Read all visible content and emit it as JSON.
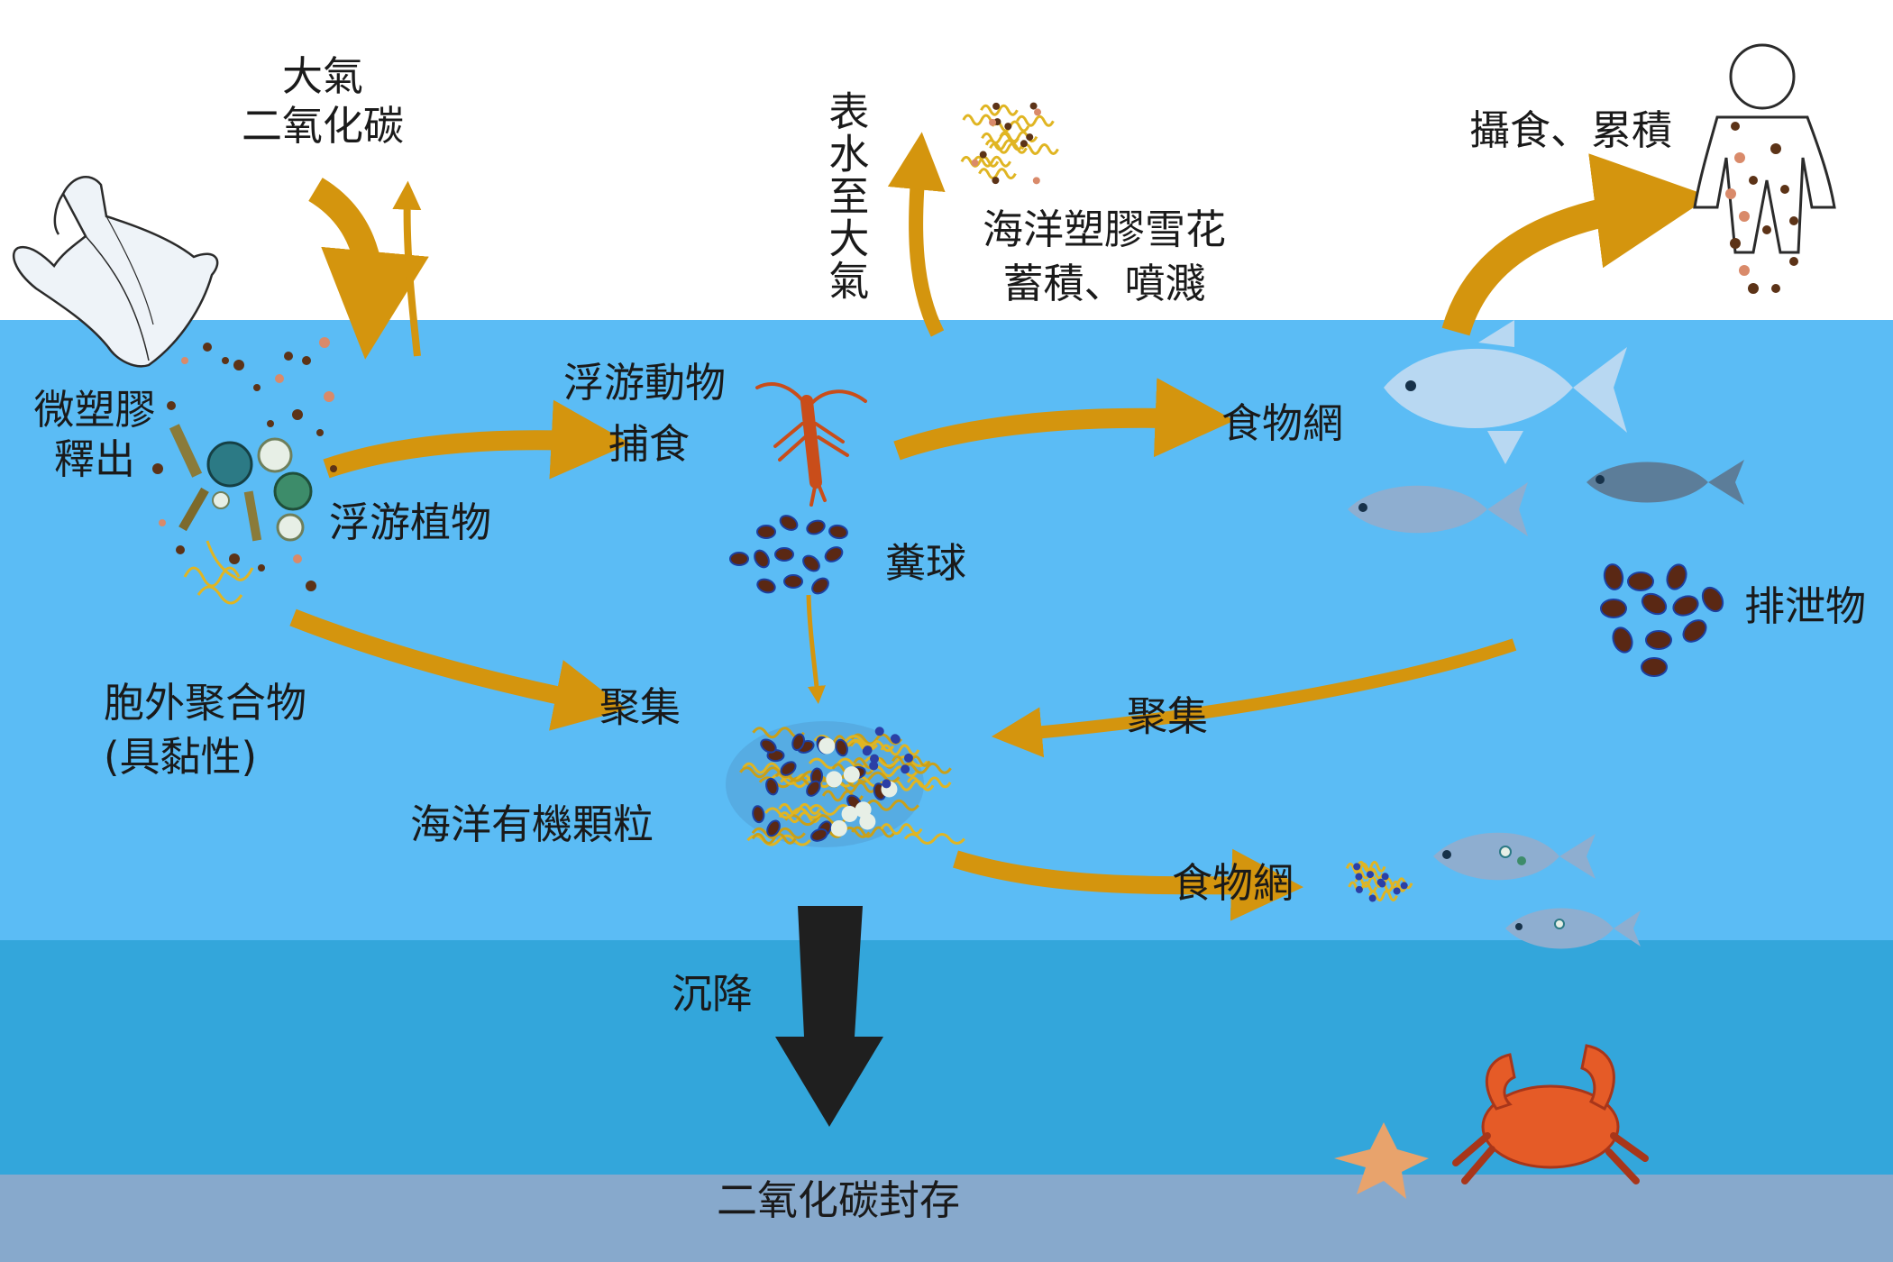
{
  "labels": {
    "atmosphere_co2": [
      "大氣",
      "二氧化碳"
    ],
    "microplastic_release": [
      "微塑膠",
      "釋出"
    ],
    "phytoplankton": "浮游植物",
    "eps": [
      "胞外聚合物",
      "(具黏性)"
    ],
    "zooplankton": "浮游動物",
    "predation": "捕食",
    "fecal_pellets": "糞球",
    "surface_to_atmosphere": "表水至大氣",
    "sea_snow": [
      "海洋塑膠雪花",
      "蓄積、噴濺"
    ],
    "food_web_upper": "食物網",
    "ingest_accumulate": "攝食、累積",
    "excretion": "排泄物",
    "aggregate_left": "聚集",
    "aggregate_right": "聚集",
    "marine_particles": "海洋有機顆粒",
    "sinking": "沉降",
    "food_web_lower": "食物網",
    "co2_storage": "二氧化碳封存"
  },
  "colors": {
    "sky": "#ffffff",
    "ocean_surface": "#5bbcf5",
    "ocean_mid": "#33a6db",
    "seabed": "#87a9cc",
    "arrow": "#d4950e",
    "sink_arrow": "#1f1f1f",
    "fish_light": "#b8d8f2",
    "fish_dark": "#5c7d99",
    "fish_mid": "#8eaed0",
    "crab": "#e55b27",
    "starfish": "#e8a36c",
    "pellet": "#5a2814",
    "microplastic": "#5c3317"
  }
}
